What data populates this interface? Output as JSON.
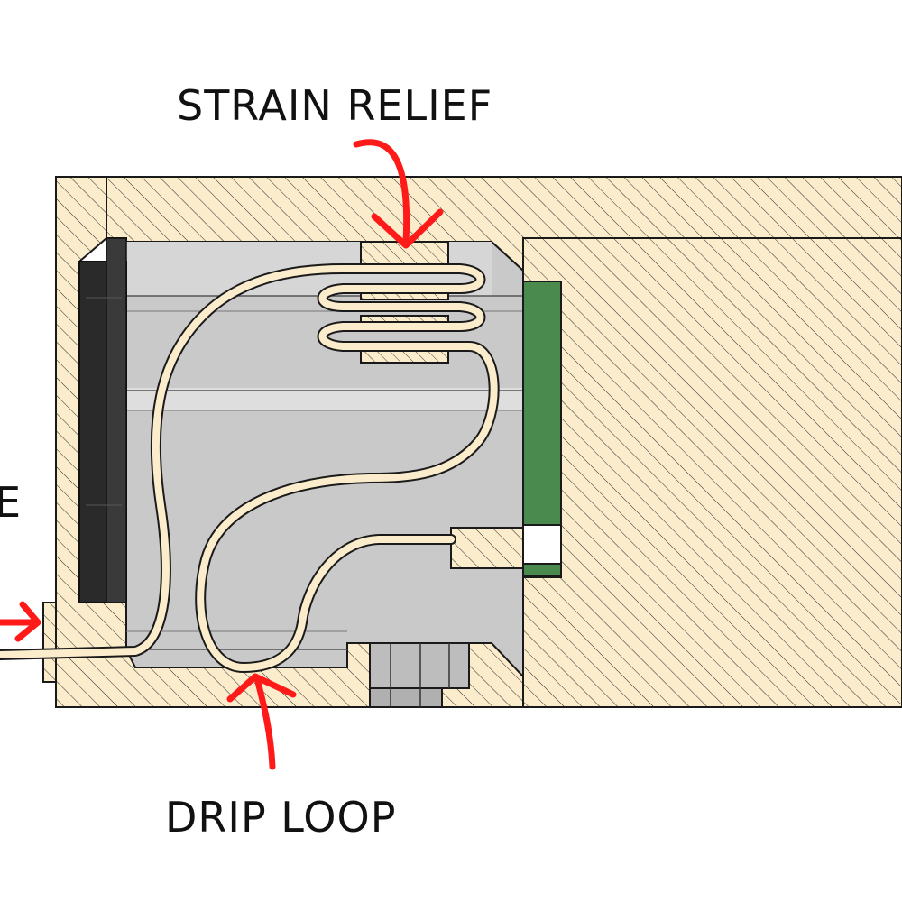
{
  "labels": {
    "strain_relief": "STRAIN RELIEF",
    "drip_loop": "DRIP LOOP",
    "left_edge_fragment": "E"
  },
  "colors": {
    "section_fill": "#fbeccc",
    "hatch_stroke": "#2b2b2b",
    "outline": "#1a1a1a",
    "cavity_gray": "#c9c9c9",
    "cavity_light": "#dedede",
    "dark_component": "#2a2a2a",
    "pcb_green": "#4a8a4e",
    "annotation_arrow": "#ff1a1a",
    "cable_fill": "#fbeccc"
  },
  "components": [
    "housing-section",
    "cavity",
    "dark-bezel",
    "pcb-board",
    "strain-relief-clamp",
    "cable",
    "screw-fastener"
  ]
}
